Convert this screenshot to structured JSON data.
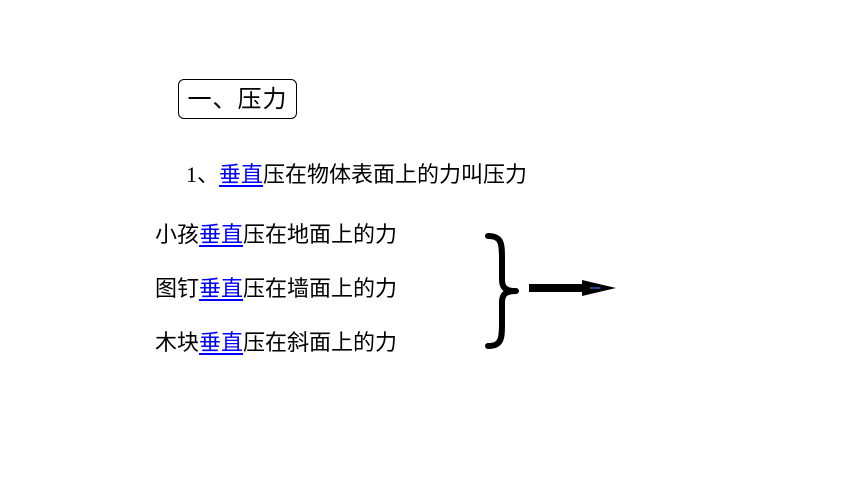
{
  "section": {
    "title": "一、压力"
  },
  "definition": {
    "number": "1、",
    "highlight": "垂直",
    "rest": "压在物体表面上的力叫压力"
  },
  "examples": [
    {
      "prefix": "小孩",
      "highlight": "垂直",
      "suffix": "压在地面上的力"
    },
    {
      "prefix": "图钉",
      "highlight": "垂直",
      "suffix": "压在墙面上的力"
    },
    {
      "prefix": "木块",
      "highlight": "垂直",
      "suffix": "压在斜面上的力"
    }
  ],
  "colors": {
    "highlight": "#0000ff",
    "text": "#000000",
    "arrow": "#000000"
  },
  "icons": {
    "brace": "right-curly-brace-icon",
    "arrow": "right-arrow-icon"
  }
}
